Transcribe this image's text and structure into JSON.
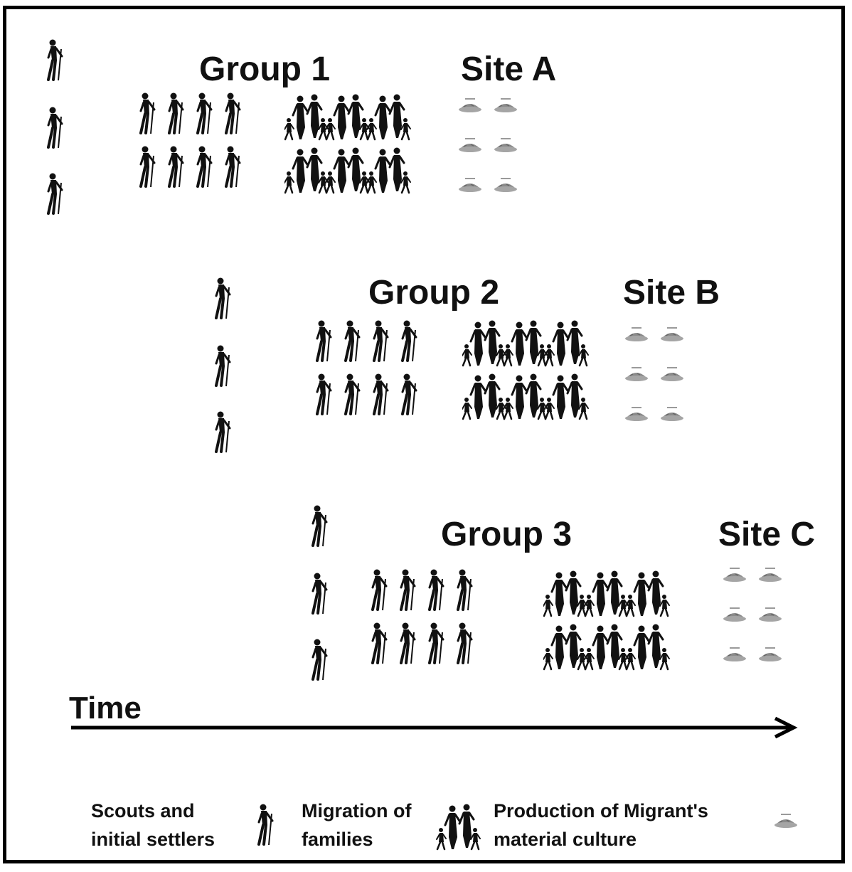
{
  "groups": [
    {
      "title": "Group 1",
      "site": "Site A"
    },
    {
      "title": "Group 2",
      "site": "Site B"
    },
    {
      "title": "Group 3",
      "site": "Site C"
    }
  ],
  "time_label": "Time",
  "legend": {
    "scouts": "Scouts and\ninitial settlers",
    "families": "Migration of\nfamilies",
    "culture": "Production of Migrant's\nmaterial culture"
  },
  "icons": {
    "scout": "walking-person-with-staff-icon",
    "family": "family-group-icon",
    "culture": "pottery-artifact-icon"
  },
  "colors": {
    "figure": "#111111",
    "pottery": "#8a8a8a",
    "frame": "#000000"
  }
}
